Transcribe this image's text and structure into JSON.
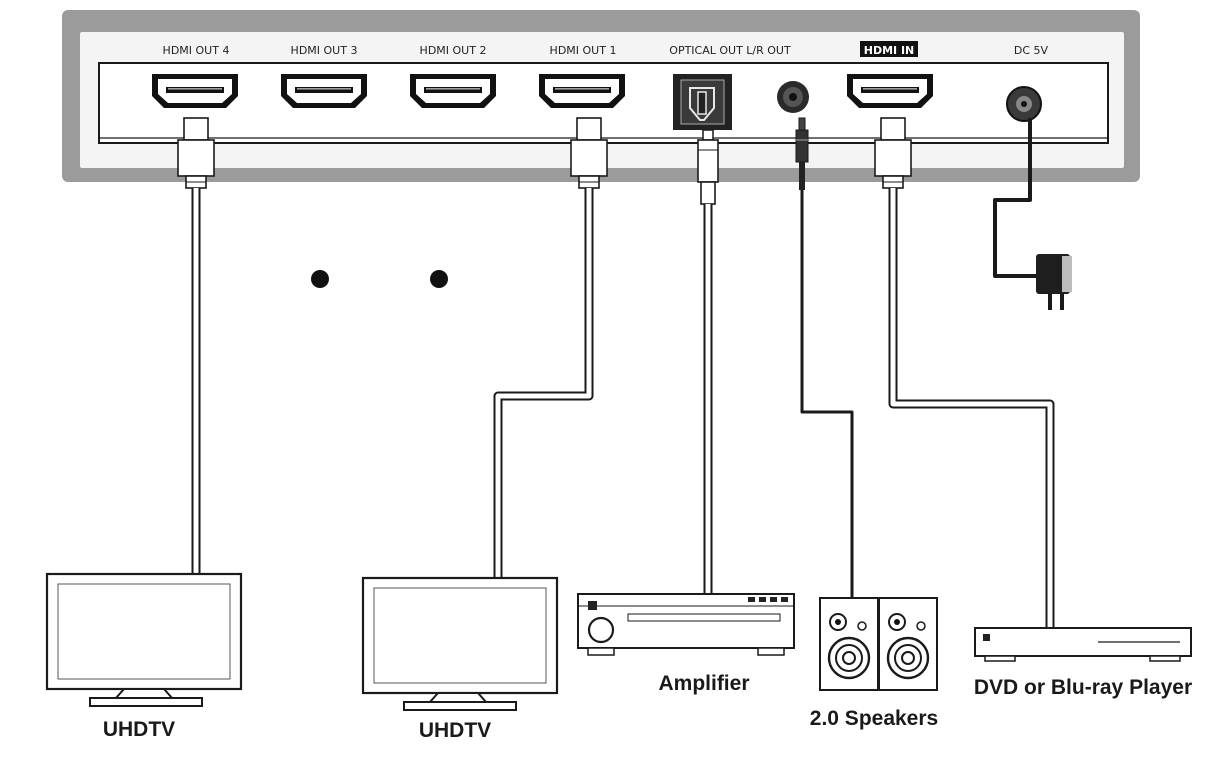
{
  "ports": {
    "hdmi_out_4": "HDMI OUT 4",
    "hdmi_out_3": "HDMI OUT 3",
    "hdmi_out_2": "HDMI OUT 2",
    "hdmi_out_1": "HDMI OUT 1",
    "optical_out": "OPTICAL OUT L/R OUT",
    "hdmi_in": "HDMI IN",
    "dc_in": "DC 5V"
  },
  "devices": {
    "tv_left": "UHDTV",
    "tv_right": "UHDTV",
    "amplifier": "Amplifier",
    "speakers": "2.0 Speakers",
    "player": "DVD or Blu-ray Player"
  },
  "colors": {
    "chassis": "#9b9b9b",
    "chassis_inner": "#f4f4f4",
    "outline": "#1a1a1a",
    "cable": "#1a1a1a",
    "hdmi_in_badge": "#111111"
  },
  "icons": [
    "hdmi-port-icon",
    "optical-port-icon",
    "audio-jack-icon",
    "dc-jack-icon",
    "power-adapter-icon",
    "tv-icon",
    "amplifier-icon",
    "speaker-icon",
    "player-icon"
  ]
}
